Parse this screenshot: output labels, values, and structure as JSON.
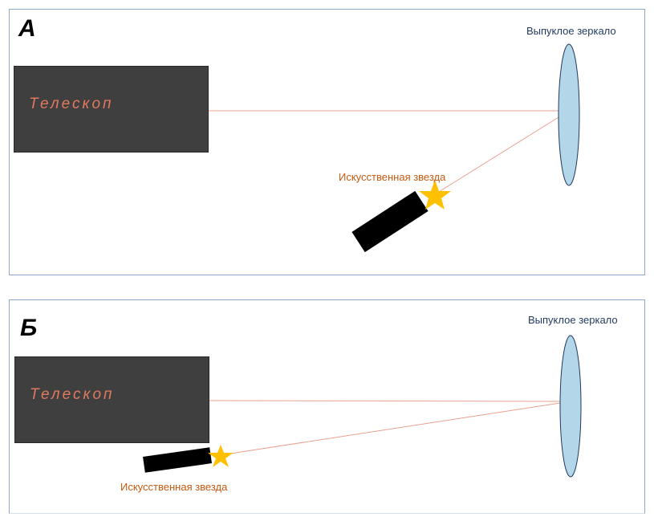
{
  "panels": [
    {
      "letter": "А",
      "telescope_label": "Телескоп",
      "mirror_label": "Выпуклое зеркало",
      "star_label": "Искусственная звезда"
    },
    {
      "letter": "Б",
      "telescope_label": "Телескоп",
      "mirror_label": "Выпуклое зеркало",
      "star_label": "Искусственная звезда"
    }
  ],
  "colors": {
    "telescope_fill": "#3f3f3f",
    "telescope_text": "#e07a5f",
    "mirror_fill": "#b3d7e8",
    "mirror_stroke": "#1f3a5f",
    "ray": "#e8a090",
    "star": "#ffc000",
    "source_box": "#000000",
    "star_label": "#c55a11",
    "panel_border": "#8eaacb"
  }
}
